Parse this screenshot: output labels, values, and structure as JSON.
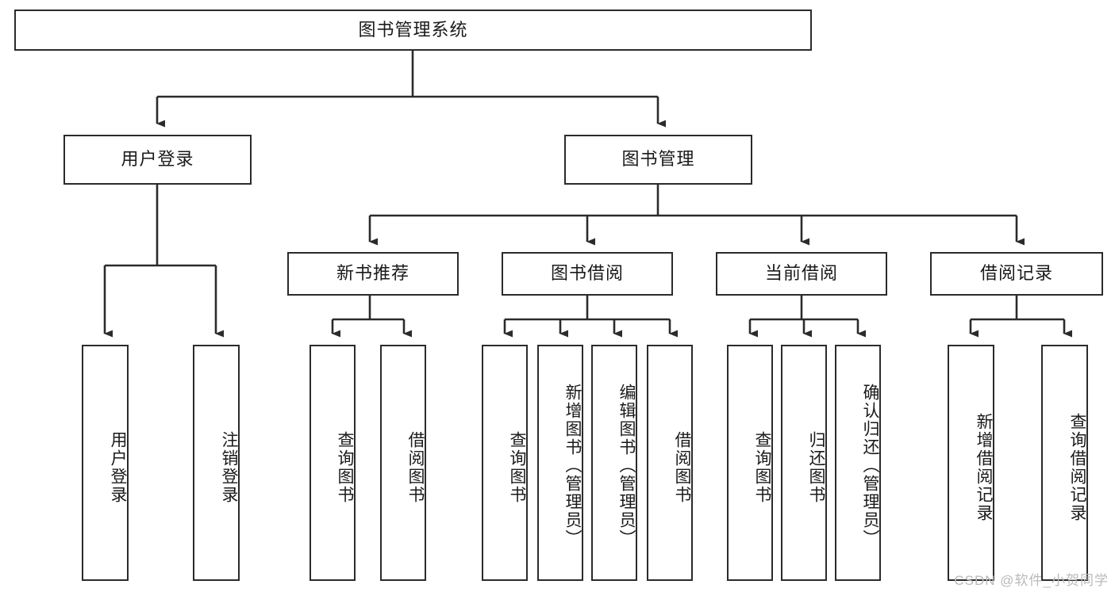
{
  "diagram": {
    "title": "图书管理系统",
    "type": "tree",
    "orientation": "top-down",
    "style": {
      "box_border_color": "#2b2b2b",
      "box_fill_color": "#ffffff",
      "connector_color": "#2b2b2b",
      "background_color": "#ffffff",
      "watermark_color": "#b9b9b9"
    },
    "root": {
      "label": "图书管理系统"
    },
    "level2": [
      {
        "label": "用户登录"
      },
      {
        "label": "图书管理"
      }
    ],
    "level3": [
      {
        "label": "新书推荐"
      },
      {
        "label": "图书借阅"
      },
      {
        "label": "当前借阅"
      },
      {
        "label": "借阅记录"
      }
    ],
    "leaves": {
      "user_login": [
        {
          "label": "用户登录"
        },
        {
          "label": "注销登录"
        }
      ],
      "new_book_recommend": [
        {
          "label": "查询图书"
        },
        {
          "label": "借阅图书"
        }
      ],
      "book_borrow": [
        {
          "label": "查询图书"
        },
        {
          "label": "新增图书（管理员）"
        },
        {
          "label": "编辑图书（管理员）"
        },
        {
          "label": "借阅图书"
        }
      ],
      "current_borrow": [
        {
          "label": "查询图书"
        },
        {
          "label": "归还图书"
        },
        {
          "label": "确认归还（管理员）"
        }
      ],
      "borrow_record": [
        {
          "label": "新增借阅记录"
        },
        {
          "label": "查询借阅记录"
        }
      ]
    }
  },
  "watermark": {
    "text": "CSDN @软件_小贺同学"
  }
}
